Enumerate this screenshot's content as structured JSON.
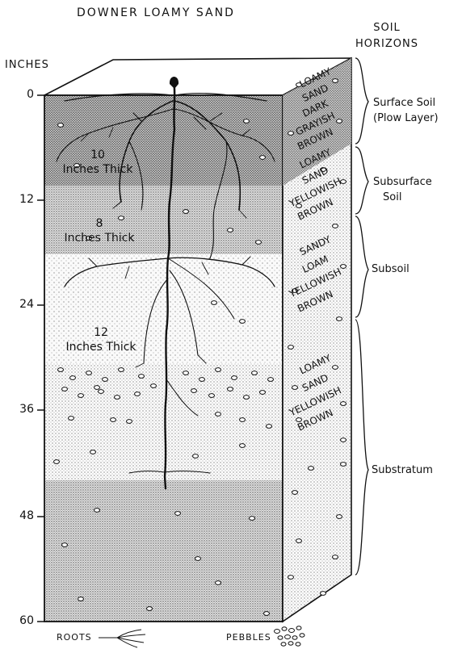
{
  "title": "DOWNER LOAMY SAND",
  "soil_horizons_label": [
    "SOIL",
    "HORIZONS"
  ],
  "inches_label": "INCHES",
  "depth_ticks": [
    "0",
    "12",
    "24",
    "36",
    "48",
    "60"
  ],
  "thickness_labels": [
    {
      "value": "10",
      "text": "Inches Thick"
    },
    {
      "value": "8",
      "text": "Inches Thick"
    },
    {
      "value": "12",
      "text": "Inches Thick"
    }
  ],
  "side_texts": [
    [
      "LOAMY",
      "SAND",
      "DARK",
      "GRAYISH",
      "BROWN"
    ],
    [
      "LOAMY",
      "SAND",
      "YELLOWISH",
      "BROWN"
    ],
    [
      "SANDY",
      "LOAM",
      "YELLOWISH",
      "BROWN"
    ],
    [
      "LOAMY",
      "SAND",
      "YELLOWISH",
      "BROWN"
    ]
  ],
  "horizons": [
    {
      "lines": [
        "Surface Soil",
        "(Plow Layer)"
      ]
    },
    {
      "lines": [
        "Subsurface",
        "Soil"
      ]
    },
    {
      "lines": [
        "Subsoil"
      ]
    },
    {
      "lines": [
        "Substratum"
      ]
    }
  ],
  "legend": {
    "roots": "ROOTS",
    "pebbles": "PEBBLES"
  },
  "colors": {
    "ink": "#111111",
    "paper": "#ffffff"
  }
}
